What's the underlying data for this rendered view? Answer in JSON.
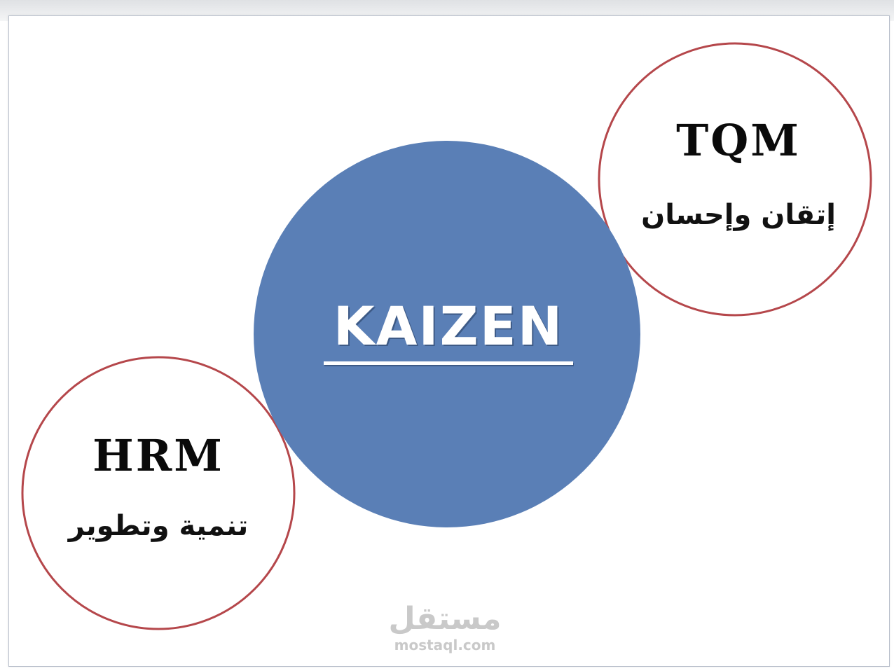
{
  "diagram": {
    "center": {
      "label": "KAIZEN",
      "fill": "#5a7fb6"
    },
    "nodes": [
      {
        "id": "tqm",
        "abbreviation": "TQM",
        "arabic": "إتقان وإحسان",
        "border_color": "#b5474b"
      },
      {
        "id": "hrm",
        "abbreviation": "HRM",
        "arabic": "تنمية وتطوير",
        "border_color": "#b5474b"
      }
    ]
  },
  "watermark": {
    "arabic": "مستقل",
    "url": "mostaql.com"
  }
}
